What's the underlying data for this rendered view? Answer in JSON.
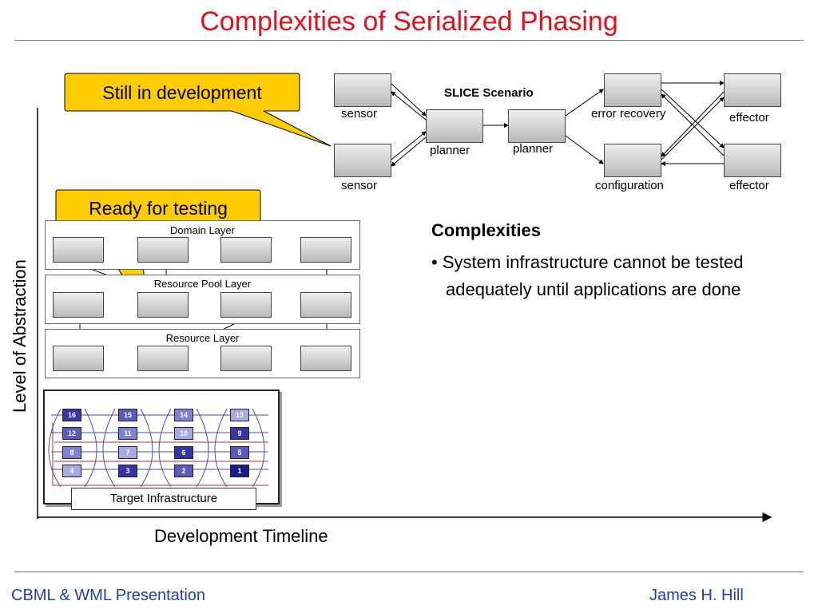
{
  "title": "Complexities of Serialized Phasing",
  "callouts": {
    "still_in_development": "Still in development",
    "ready_for_testing": "Ready for testing"
  },
  "slice": {
    "title": "SLICE Scenario",
    "labels": {
      "sensor_top": "sensor",
      "sensor_bottom": "sensor",
      "planner_1": "planner",
      "planner_2": "planner",
      "error_recovery": "error recovery",
      "configuration": "configuration",
      "effector_top": "effector",
      "effector_bottom": "effector"
    }
  },
  "layers": {
    "domain": "Domain Layer",
    "resource_pool": "Resource Pool Layer",
    "resource": "Resource Layer"
  },
  "target_infrastructure": {
    "label": "Target Infrastructure",
    "nodes": [
      [
        "16",
        "15",
        "14",
        "13"
      ],
      [
        "12",
        "11",
        "10",
        "9"
      ],
      [
        "8",
        "7",
        "6",
        "5"
      ],
      [
        "4",
        "3",
        "2",
        "1"
      ]
    ]
  },
  "complexities": {
    "heading": "Complexities",
    "bullet": "• System infrastructure cannot be tested adequately until applications are done"
  },
  "axes": {
    "y_label": "Level of Abstraction",
    "x_label": "Development Timeline"
  },
  "footer": {
    "left": "CBML & WML Presentation",
    "right": "James H. Hill"
  },
  "colors": {
    "title": "#e3111b",
    "callout_fill": "#ffcc00",
    "footer": "#1f3fb5"
  }
}
